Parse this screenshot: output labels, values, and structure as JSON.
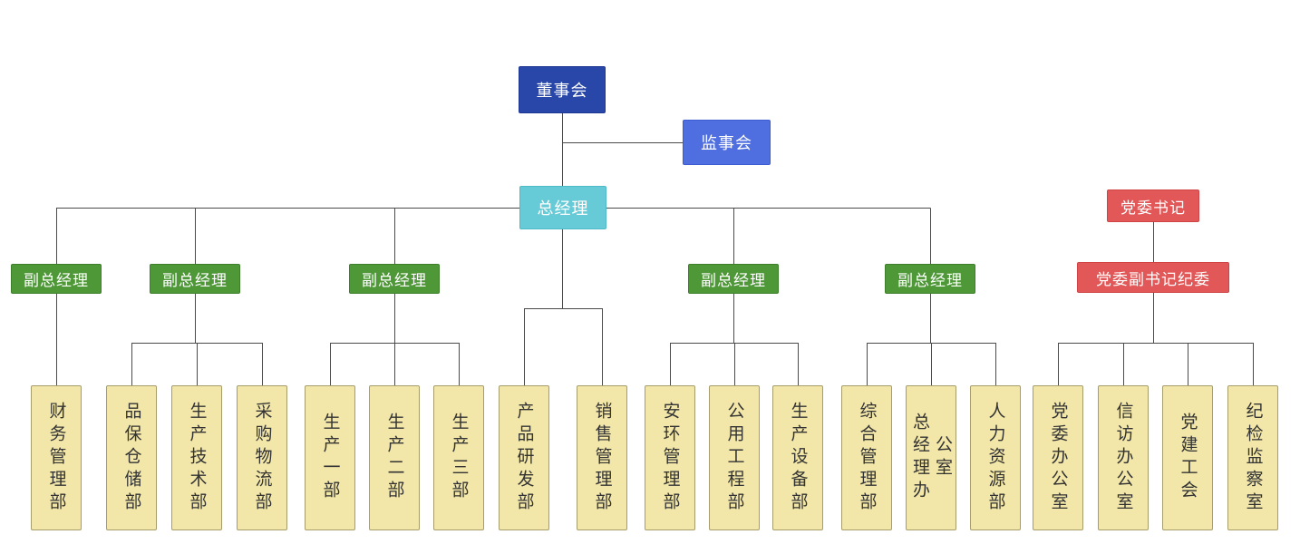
{
  "diagram": {
    "type": "org-chart",
    "board": {
      "label": "董事会"
    },
    "supervisory_board": {
      "label": "监事会"
    },
    "general_manager": {
      "label": "总经理"
    },
    "party_secretary": {
      "label": "党委书记"
    },
    "party_deputy_secretary": {
      "label": "党委副书记纪委"
    },
    "deputy_gms": [
      {
        "label": "副总经理",
        "departments": [
          "财务管理部"
        ]
      },
      {
        "label": "副总经理",
        "departments": [
          "品保仓储部",
          "生产技术部",
          "采购物流部"
        ]
      },
      {
        "label": "副总经理",
        "departments": [
          "生产一部",
          "生产二部",
          "生产三部"
        ]
      },
      {
        "label": "副总经理",
        "departments": [
          "安环管理部",
          "公用工程部",
          "生产设备部"
        ]
      },
      {
        "label": "副总经理",
        "departments": [
          "综合管理部",
          [
            "总经理办",
            "公室"
          ],
          "人力资源部"
        ]
      }
    ],
    "gm_departments": [
      "产品研发部",
      "销售管理部"
    ],
    "party_departments": [
      "党委办公室",
      "信访办公室",
      "党建工会",
      "纪检监察室"
    ],
    "colors": {
      "board": "#2847A8",
      "supervisory_board": "#4F6EE0",
      "general_manager": "#66CBD6",
      "deputy_gm": "#4E9838",
      "party": "#E25757",
      "department_fill": "#F2E7A8",
      "connector": "#4A4A4A"
    }
  }
}
